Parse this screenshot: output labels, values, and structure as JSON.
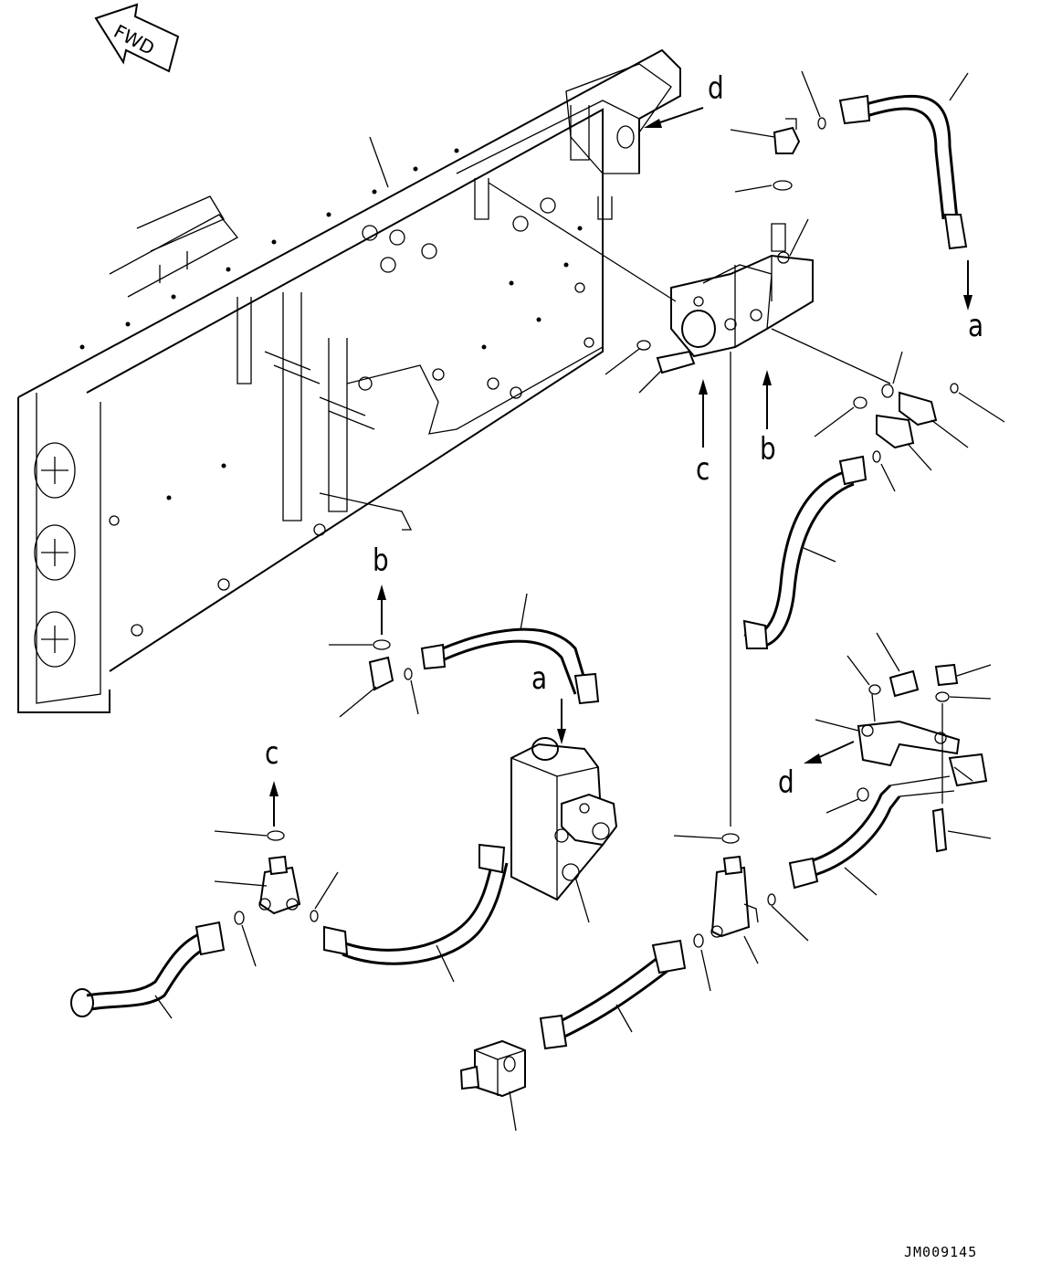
{
  "diagram": {
    "fwd_label": "FWD",
    "drawing_code": "JM009145",
    "ref_labels": {
      "a1": "a",
      "a2": "a",
      "b1": "b",
      "b2": "b",
      "c1": "c",
      "c2": "c",
      "d1": "d",
      "d2": "d"
    }
  }
}
